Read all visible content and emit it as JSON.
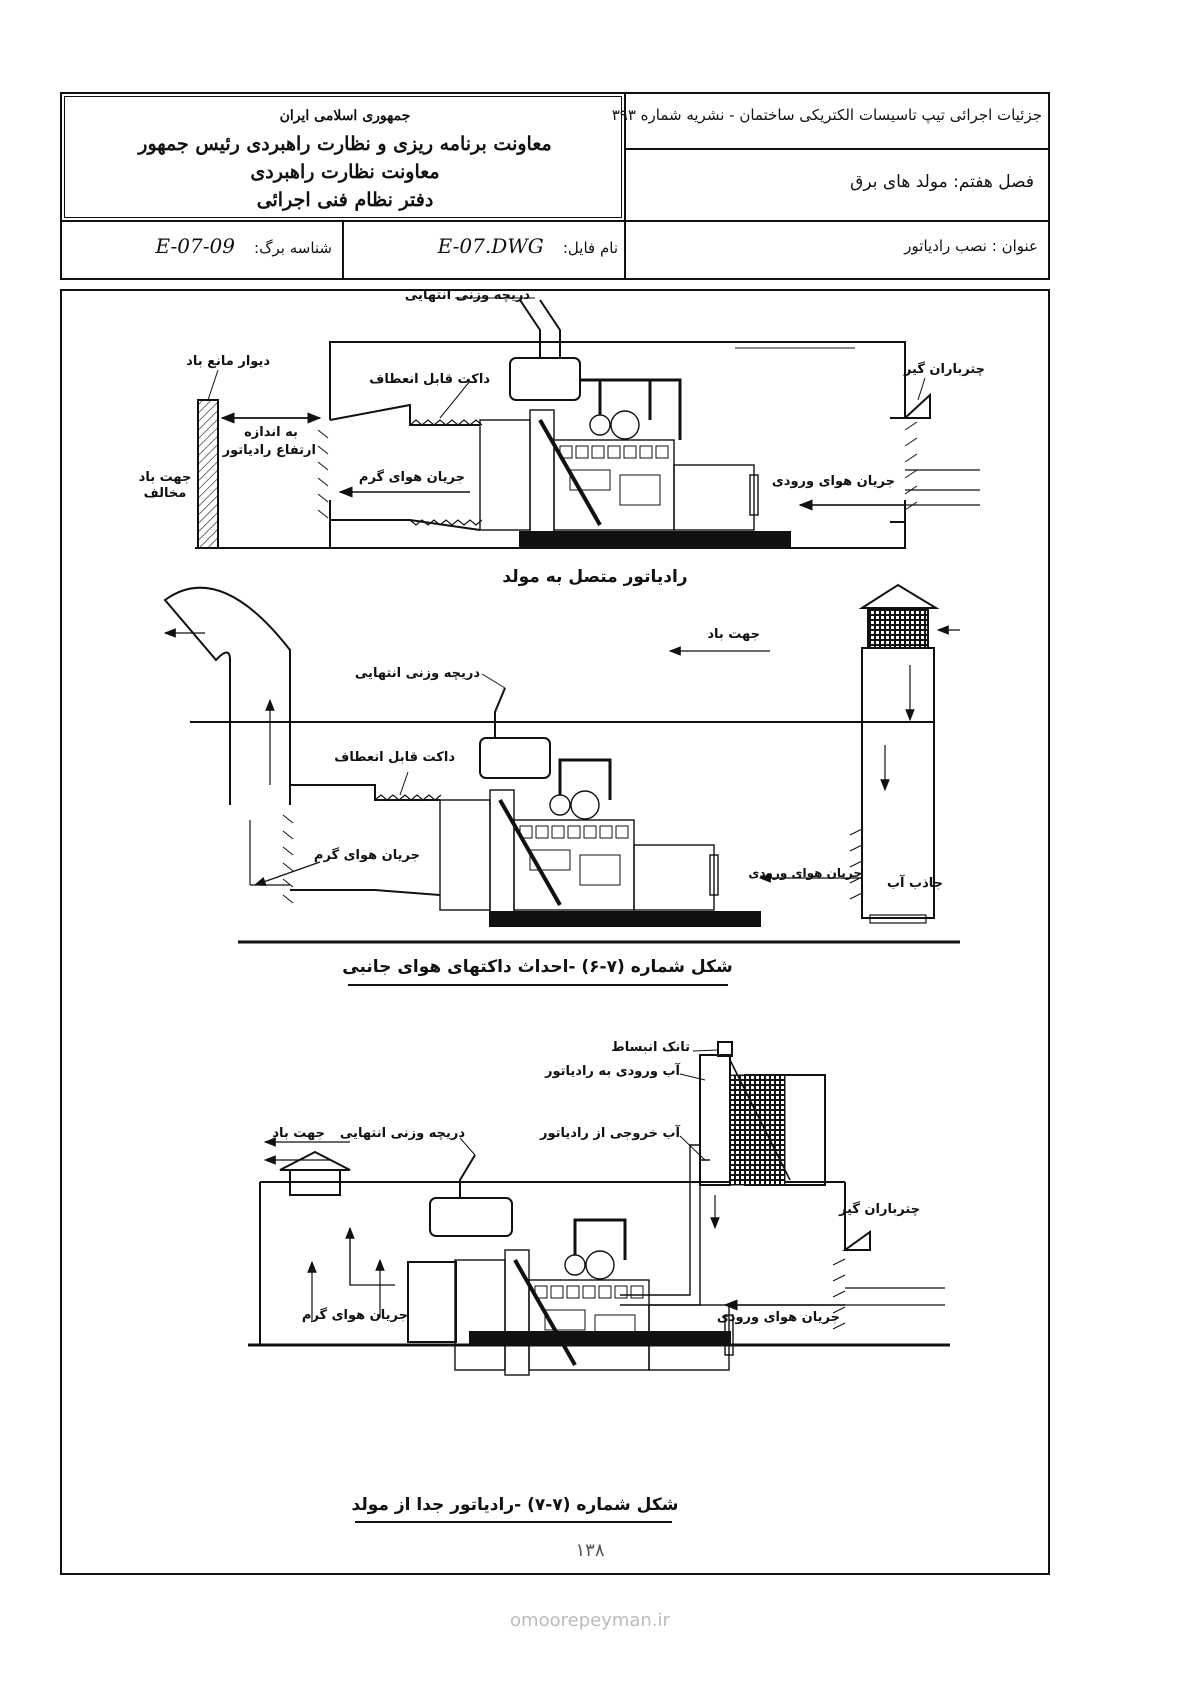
{
  "header": {
    "org_line1": "جمهوری اسلامی ایران",
    "org_line2": "معاونت برنامه ریزی و نظارت راهبردی رئیس جمهور",
    "org_line3": "معاونت نظارت راهبردی",
    "org_line4": "دفتر نظام فنی اجرائی",
    "publication": "جزئیات اجرائی تیپ تاسیسات الکتریکی ساختمان - نشریه شماره ۳۹۳",
    "chapter": "فصل هفتم: مولد های برق",
    "subject_label": "عنوان :",
    "subject_value": "نصب رادیاتور",
    "file_label": "نام فایل:",
    "file_value": "E-07.DWG",
    "sheet_label": "شناسه برگ:",
    "sheet_value": "E-07-09"
  },
  "figure1": {
    "label_damper": "دریچه وزنی انتهایی",
    "label_wind_wall": "دیوار مانع باد",
    "label_duct": "داکت قابل انعطاف",
    "label_rain_guard": "چترباران گیر",
    "label_distance_1": "به اندازه",
    "label_distance_2": "ارتفاع رادیاتور",
    "label_wind_dir_1": "جهت باد",
    "label_wind_dir_2": "مخالف",
    "label_hot_air": "جریان هوای گرم",
    "label_inlet_air": "جریان هوای ورودی",
    "caption": "رادیاتور متصل به مولد"
  },
  "figure2": {
    "label_wind_dir": "جهت باد",
    "label_damper": "دریچه وزنی انتهایی",
    "label_duct": "داکت قابل انعطاف",
    "label_hot_air": "جریان هوای گرم",
    "label_inlet_air": "جریان هوای ورودی",
    "label_water_trap": "جاذب آب",
    "caption": "شکل شماره (۷-۶) -احداث داکتهای هوای جانبی"
  },
  "figure3": {
    "label_tank": "تانک انبساط",
    "label_water_in": "آب ورودی به رادیاتور",
    "label_damper": "دریچه وزنی انتهایی",
    "label_wind_dir": "جهت باد",
    "label_water_out": "آب خروجی از رادیاتور",
    "label_rain_guard": "چترباران گیر",
    "label_hot_air": "جریان هوای گرم",
    "label_inlet_air": "جریان هوای ورودی",
    "caption": "شکل شماره (۷-۷) -رادیاتور جدا از مولد"
  },
  "page_number": "۱۳۸",
  "watermark": "omoorepeyman.ir"
}
